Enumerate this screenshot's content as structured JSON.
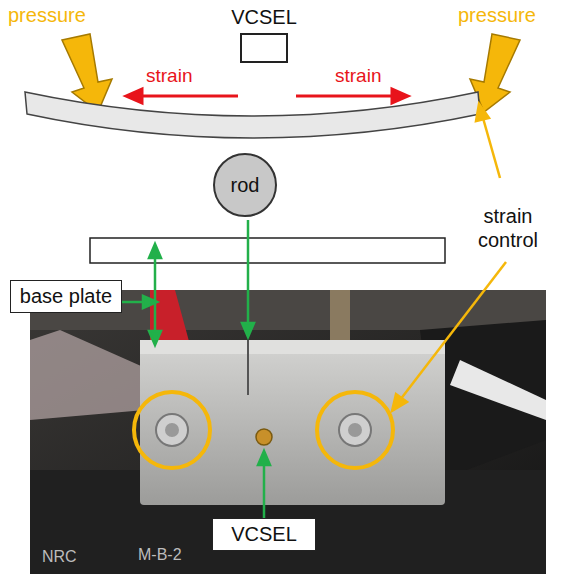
{
  "diagram": {
    "nodes": [
      {
        "text": [
          "VCSEL"
        ]
      },
      {
        "text": [
          "rod"
        ]
      },
      {
        "text": [
          "base plate"
        ]
      },
      {
        "text": [
          "VCSEL"
        ]
      }
    ],
    "labels": [
      "pressure",
      "pressure",
      "strain",
      "strain",
      "strain control",
      "NRC",
      "M-B-2"
    ]
  }
}
